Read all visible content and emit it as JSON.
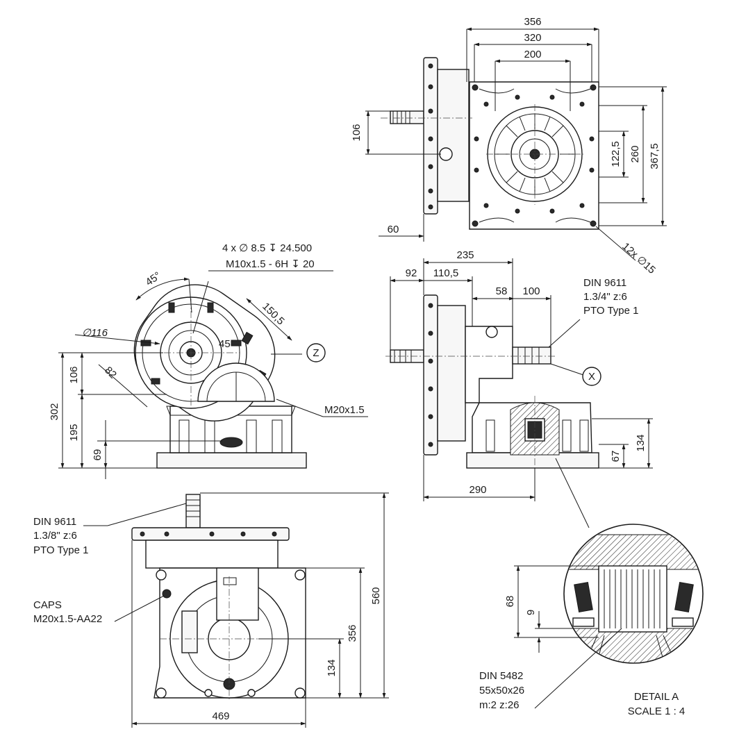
{
  "dimensions": {
    "top_view": {
      "d356": "356",
      "d320": "320",
      "d200": "200",
      "d106": "106",
      "d122_5": "122,5",
      "d260": "260",
      "d367_5": "367,5",
      "d60": "60",
      "holes": "12x ∅15"
    },
    "side_view": {
      "d235": "235",
      "d92": "92",
      "d110_5": "110,5",
      "d58": "58",
      "d100": "100",
      "d67": "67",
      "d134": "134",
      "d290": "290"
    },
    "left_view": {
      "angle45a": "45°",
      "dia116": "∅116",
      "d150_5": "150,5",
      "angle45b": "45",
      "d82": "82",
      "d106": "106",
      "d302": "302",
      "d195": "195",
      "d69": "69"
    },
    "bottom_view": {
      "d560": "560",
      "d356": "356",
      "d134": "134",
      "d469": "469"
    },
    "detail": {
      "d68": "68",
      "d9": "9"
    }
  },
  "notes": {
    "holes_line1": "4 x ∅ 8.5 ↧ 24.500",
    "holes_line2": "M10x1.5 - 6H ↧ 20",
    "m20": "M20x1.5",
    "din9611_out_1": "DIN 9611",
    "din9611_out_2": "1.3/4\" z:6",
    "din9611_out_3": "PTO Type 1",
    "din9611_in_1": "DIN 9611",
    "din9611_in_2": "1.3/8\" z:6",
    "din9611_in_3": "PTO Type 1",
    "caps_1": "CAPS",
    "caps_2": "M20x1.5-AA22",
    "din5482_1": "DIN 5482",
    "din5482_2": "55x50x26",
    "din5482_3": "m:2 z:26",
    "detail_title": "DETAIL A",
    "detail_scale": "SCALE 1 : 4",
    "marker_z": "Z",
    "marker_x": "X"
  }
}
